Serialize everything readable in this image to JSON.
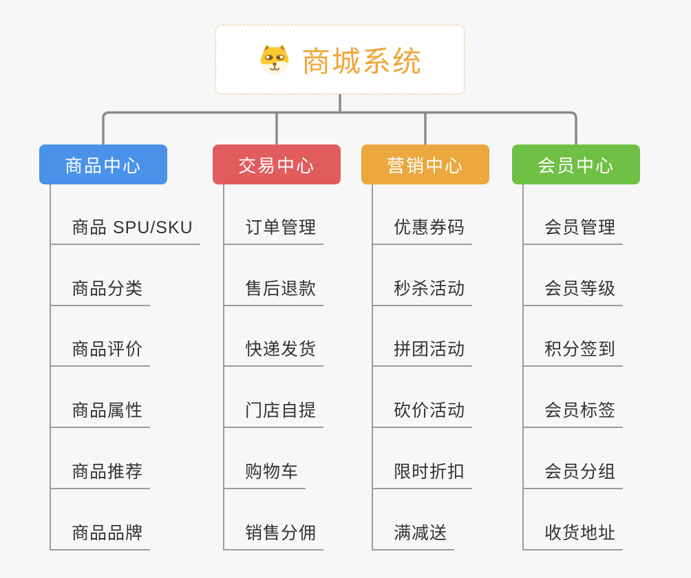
{
  "root": {
    "title": "商城系统",
    "icon": "shiba-dog-icon"
  },
  "branches": [
    {
      "label": "商品中心",
      "color": "#4a91ea",
      "items": [
        "商品 SPU/SKU",
        "商品分类",
        "商品评价",
        "商品属性",
        "商品推荐",
        "商品品牌"
      ]
    },
    {
      "label": "交易中心",
      "color": "#e15c5c",
      "items": [
        "订单管理",
        "售后退款",
        "快递发货",
        "门店自提",
        "购物车",
        "销售分佣"
      ]
    },
    {
      "label": "营销中心",
      "color": "#eaa83e",
      "items": [
        "优惠券码",
        "秒杀活动",
        "拼团活动",
        "砍价活动",
        "限时折扣",
        "满减送"
      ]
    },
    {
      "label": "会员中心",
      "color": "#6fc044",
      "items": [
        "会员管理",
        "会员等级",
        "积分签到",
        "会员标签",
        "会员分组",
        "收货地址"
      ]
    }
  ],
  "colors": {
    "background": "#f7f7f7",
    "root_text": "#f0a63c",
    "root_border": "#f2c583",
    "connector": "#8a8a8a",
    "leaf_text": "#333333",
    "leaf_line": "#9b9b9b",
    "branch_text": "#ffffff"
  }
}
